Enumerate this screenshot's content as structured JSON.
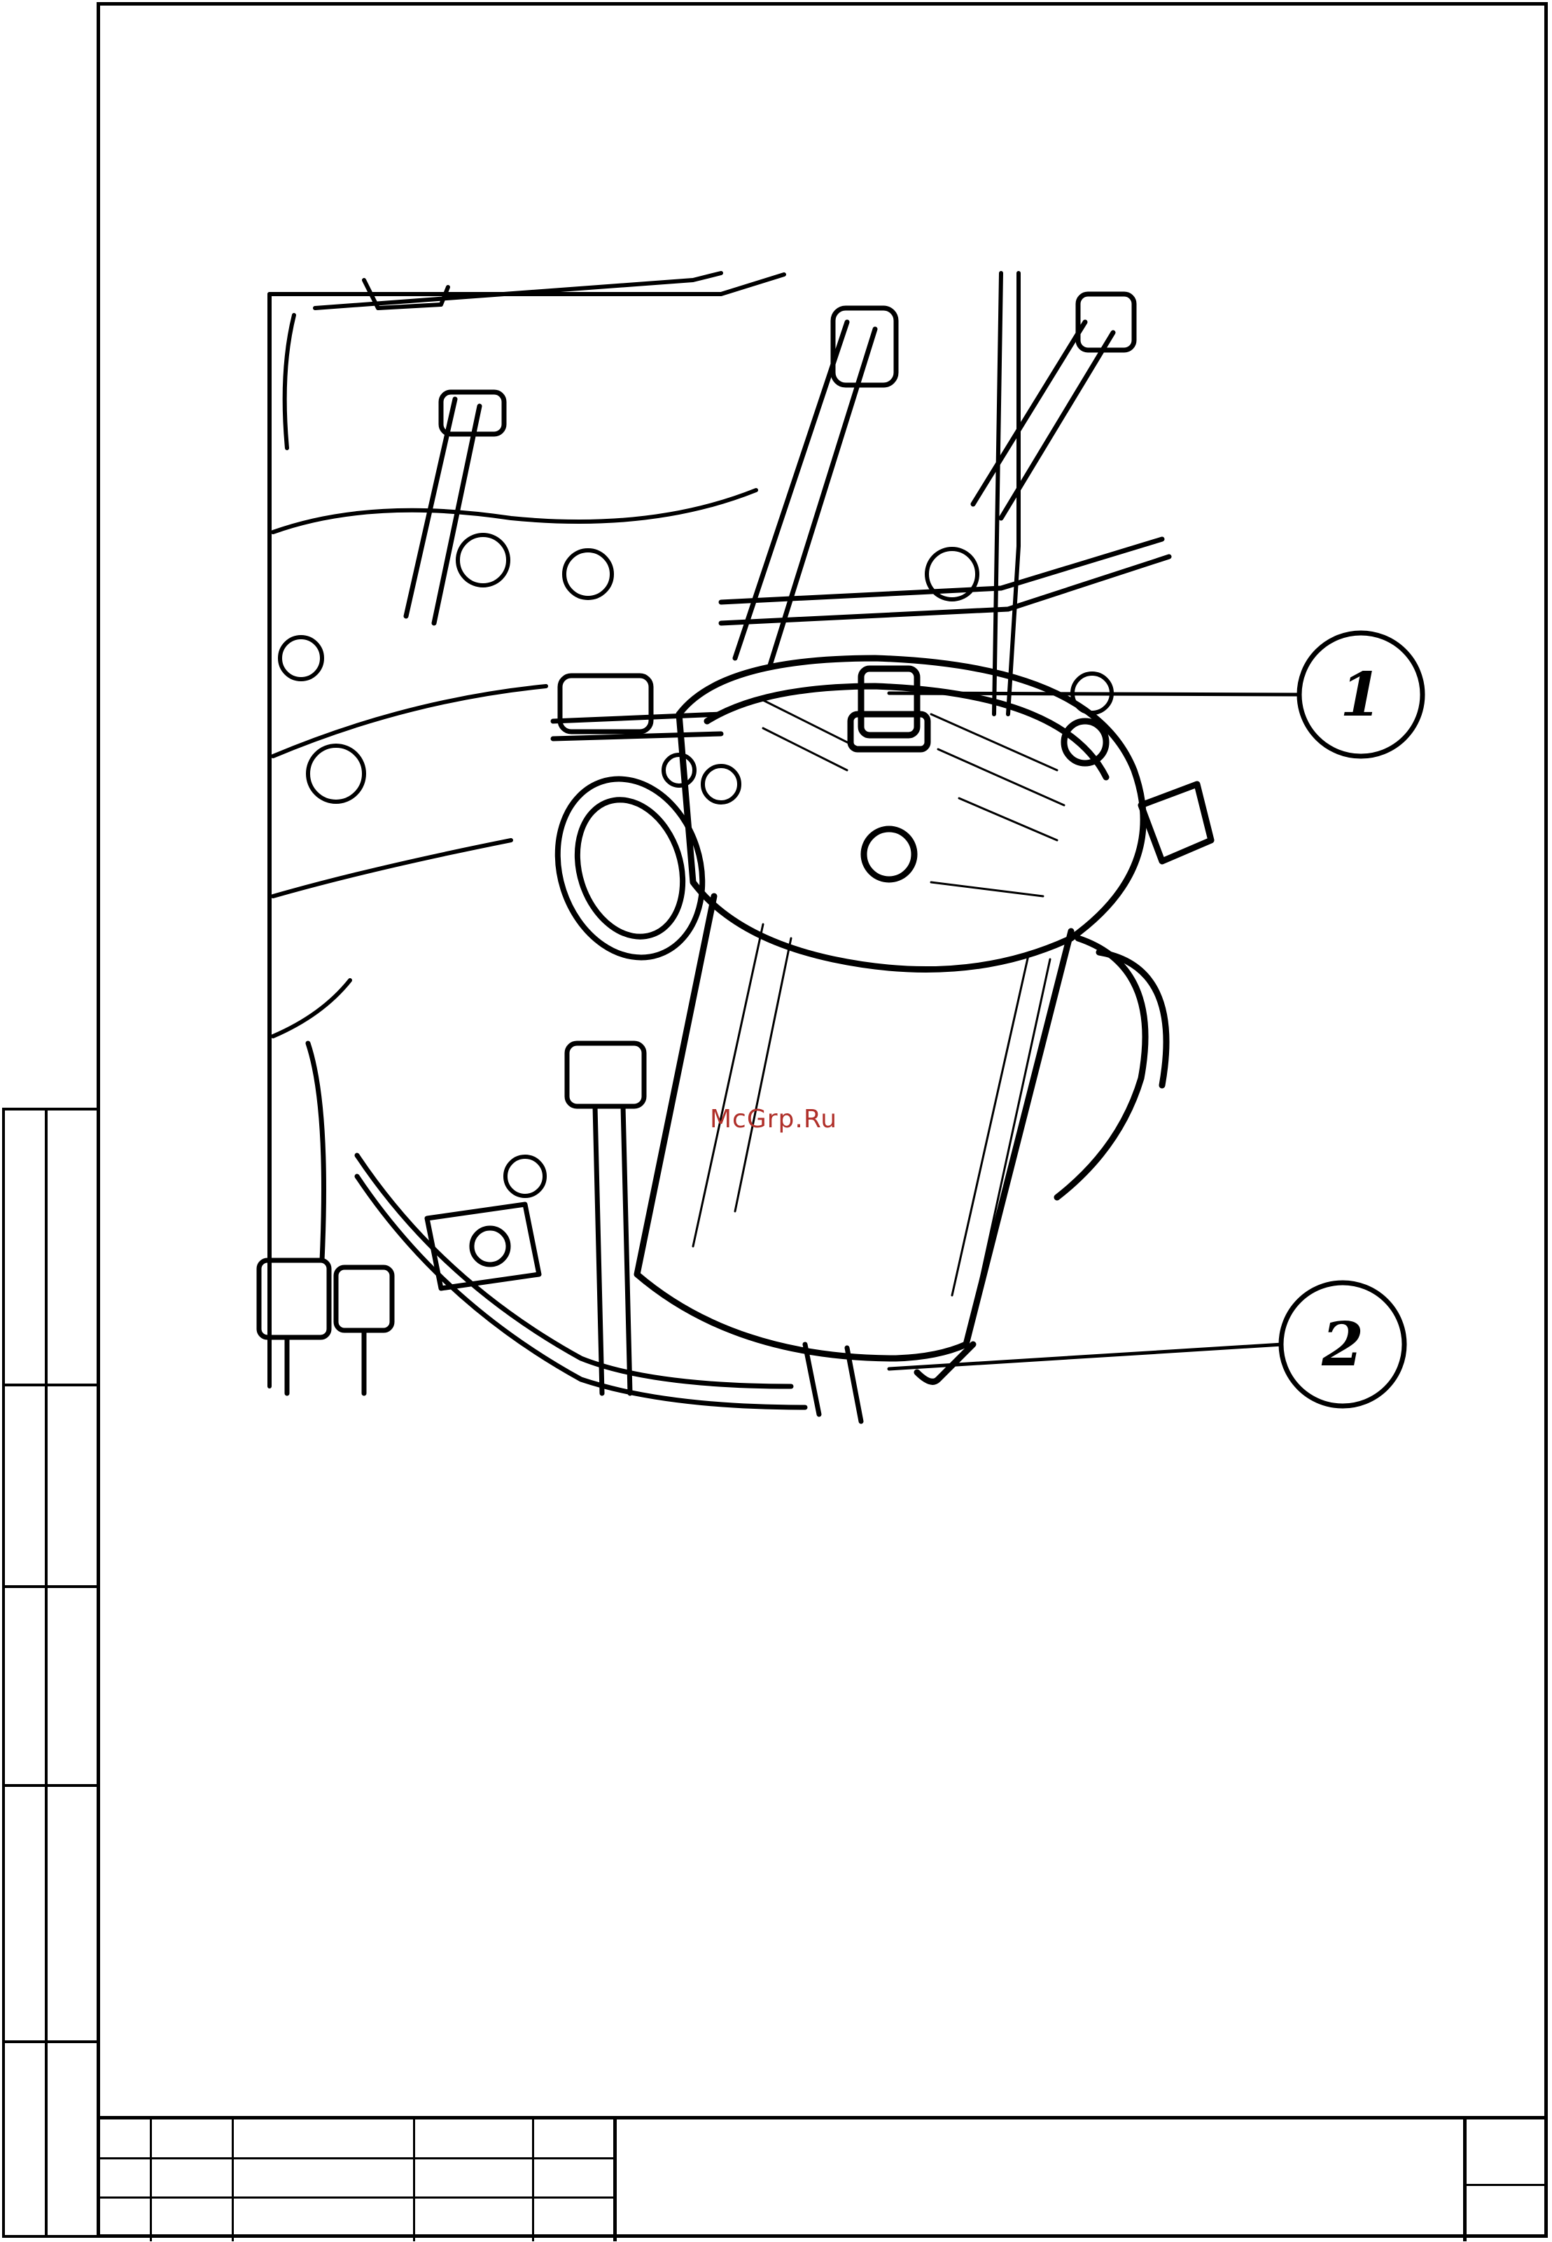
{
  "figure": {
    "callouts": [
      {
        "id": "callout-1",
        "label": "1"
      },
      {
        "id": "callout-2",
        "label": "2"
      }
    ]
  },
  "watermark": {
    "text": "McGrp.Ru"
  },
  "colors": {
    "ink": "#000000",
    "paper": "#ffffff",
    "watermark": "#b0302a"
  }
}
